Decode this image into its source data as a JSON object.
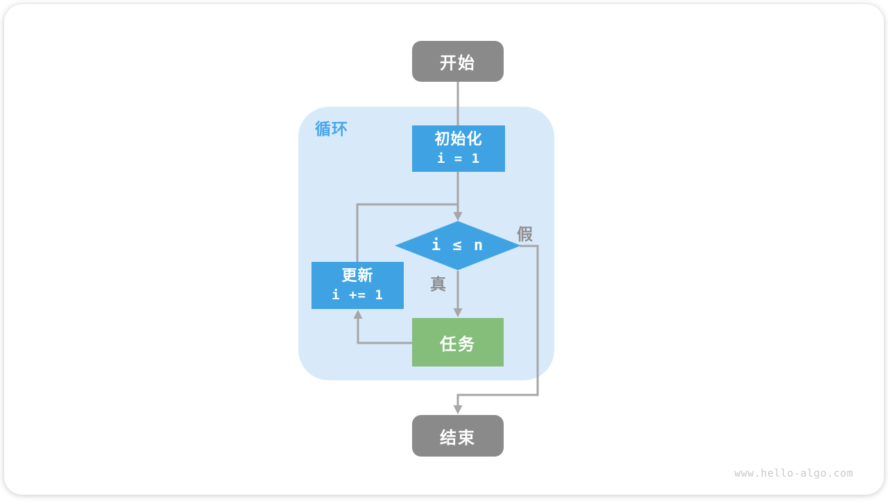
{
  "diagram": {
    "region": {
      "label": "循环"
    },
    "nodes": {
      "start": {
        "label": "开始"
      },
      "init": {
        "title": "初始化",
        "code": "i = 1"
      },
      "condition": {
        "code": "i ≤ n"
      },
      "update": {
        "title": "更新",
        "code": "i += 1"
      },
      "task": {
        "label": "任务"
      },
      "end": {
        "label": "结束"
      }
    },
    "edge_labels": {
      "true_label": "真",
      "false_label": "假"
    },
    "colors": {
      "terminal_gray": "#8a8a8a",
      "process_blue": "#3fa3e3",
      "task_green": "#85bd7b",
      "loop_region_blue": "#d8eafa",
      "loop_label_blue": "#4aa7e8",
      "connector_gray": "#a6a6a6",
      "edge_label_gray": "#8f8f8f",
      "node_text_white": "#ffffff",
      "watermark_gray": "#c9c9c9"
    },
    "watermark": "www.hello-algo.com"
  }
}
